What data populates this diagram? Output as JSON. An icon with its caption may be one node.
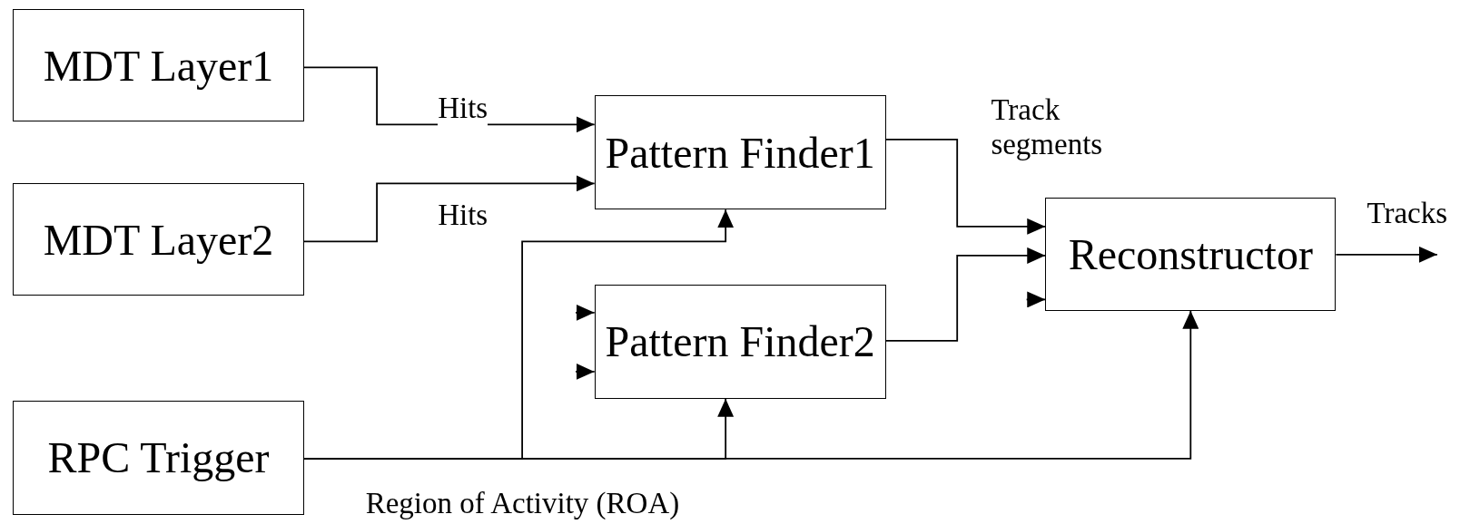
{
  "diagram": {
    "nodes": [
      {
        "text": [
          "MDT Layer1"
        ]
      },
      {
        "text": [
          "MDT Layer2"
        ]
      },
      {
        "text": [
          "RPC Trigger"
        ]
      },
      {
        "text": [
          "Pattern Finder1"
        ]
      },
      {
        "text": [
          "Pattern Finder2"
        ]
      },
      {
        "text": [
          "Reconstructor"
        ]
      }
    ],
    "edges": [
      {
        "from": 0,
        "to": 3,
        "arrow": "to",
        "label": "Hits"
      },
      {
        "from": 1,
        "to": 3,
        "arrow": "to",
        "label": "Hits"
      },
      {
        "from": 2,
        "to": 3,
        "arrow": "to"
      },
      {
        "from": 2,
        "to": 4,
        "arrow": "to"
      },
      {
        "from": 2,
        "to": 5,
        "arrow": "to"
      },
      {
        "from": 3,
        "to": 5,
        "arrow": "to",
        "label": "Track segments"
      },
      {
        "from": 4,
        "to": 5,
        "arrow": "to"
      },
      {
        "from": 5,
        "to": null,
        "arrow": "to",
        "label": "Tracks"
      },
      {
        "from": null,
        "to": 4,
        "arrow": "to"
      },
      {
        "from": null,
        "to": 4,
        "arrow": "to"
      },
      {
        "from": null,
        "to": 5,
        "arrow": "to"
      }
    ],
    "labels": [
      "Region of Activity (ROA)"
    ]
  }
}
